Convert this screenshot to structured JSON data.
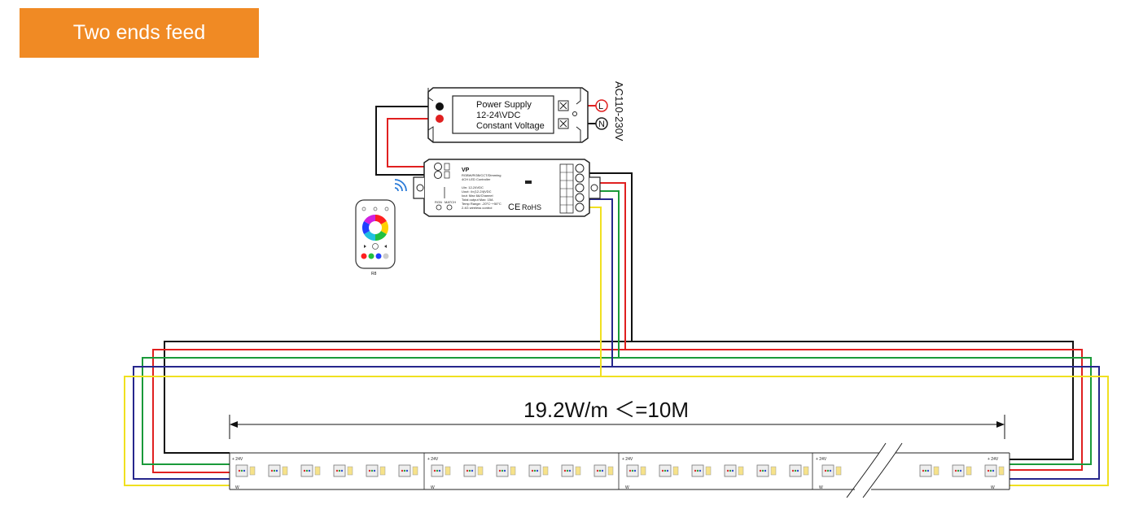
{
  "banner": {
    "title": "Two ends feed"
  },
  "power_supply": {
    "line1": "Power Supply",
    "line2": "12-24\\VDC",
    "line3": "Constant Voltage",
    "terminal_l": "L",
    "terminal_n": "N",
    "ac_label": "AC110-230V"
  },
  "controller": {
    "brand": "VP",
    "model": "RGBW/RGB/CCT/Dimming",
    "title": "4CH LED Controller",
    "spec1": "Uin: 12-24VDC",
    "spec2": "Uout: 4×(12-24)VDC",
    "spec3": "Iout: Max 6A/Channel",
    "spec4": "Total output Max: 15A",
    "spec5": "Temp Range: -20°C~+50°C",
    "spec6": "2.4G wireless control",
    "ce": "CE",
    "rohs": "RoHS",
    "btn1": "RGN",
    "btn2": "MATCH"
  },
  "remote": {
    "model": "R8"
  },
  "strip": {
    "spec": "19.2W/m ＜=10M",
    "voltage_label": "+ 24V",
    "w_label": "W"
  },
  "colors": {
    "banner": "#f08a24",
    "black_wire": "#111111",
    "red_wire": "#e02020",
    "green_wire": "#1a9a3a",
    "blue_wire": "#26268c",
    "yellow_wire": "#f0e020"
  }
}
